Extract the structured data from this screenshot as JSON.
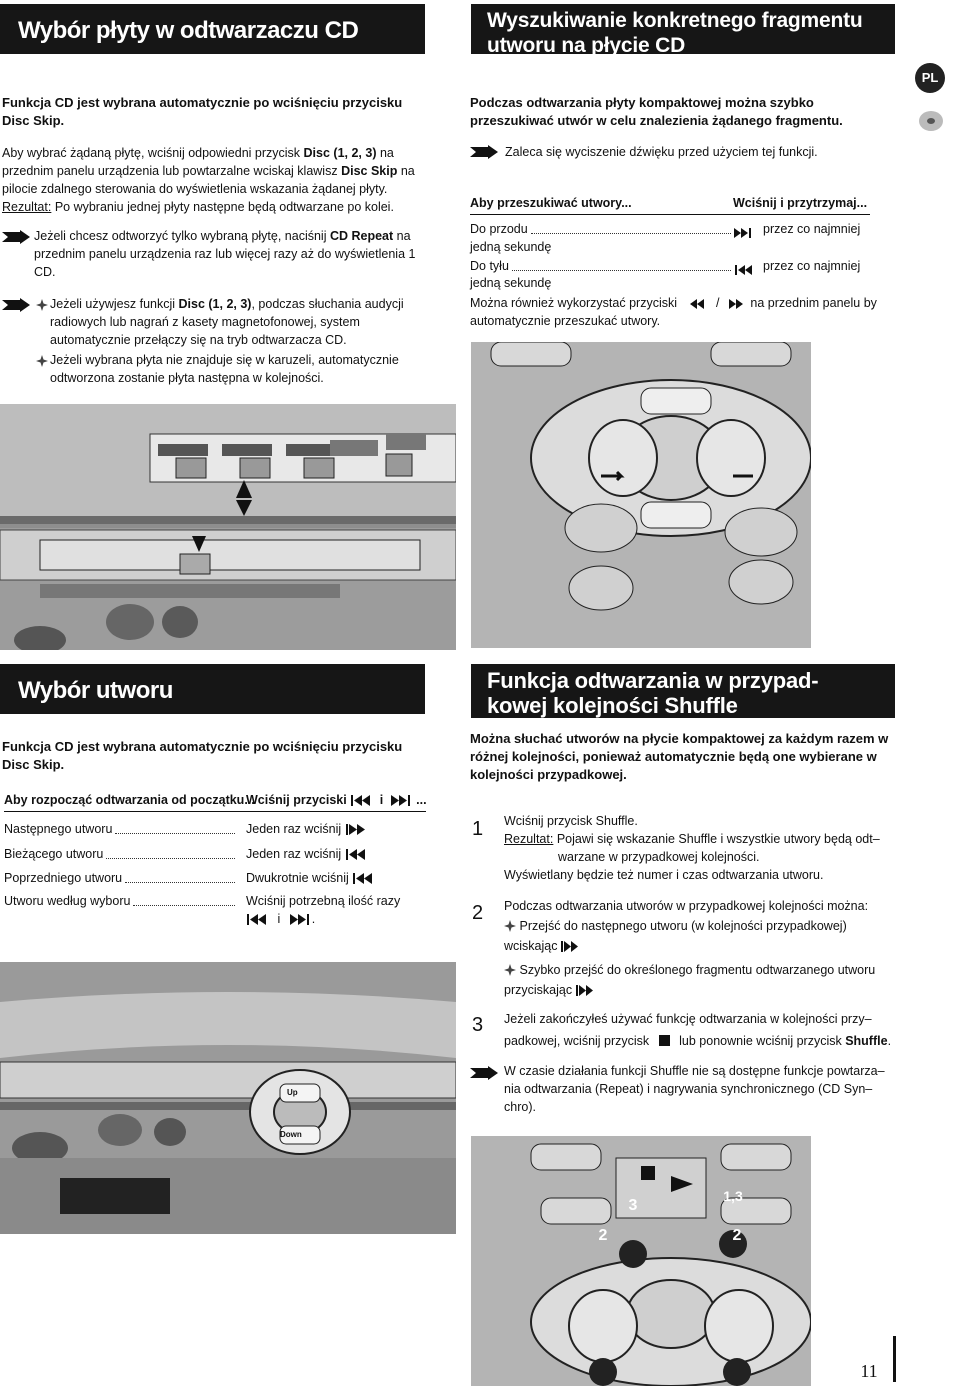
{
  "left_top": {
    "header": "Wybór płyty w odtwarzaczu CD",
    "intro": "Funkcja CD jest wybrana automatycznie po wciśnięciu przycisku Disc Skip.",
    "para1_a": "Aby wybrać żądaną płytę, wciśnij odpowiedni przycisk ",
    "para1_b": "Disc (1, 2, 3)",
    "para1_c": " na przednim panelu urządzenia lub powtarzalne wciskaj klawisz ",
    "para1_d": "Disc Skip",
    "para1_e": " na pilocie zdalnego sterowania do wyświetlenia wskazania żądanej płyty.",
    "result_label": "Rezultat:",
    "result_text": " Po wybraniu jednej płyty następne będą odtwarzane po kolei.",
    "tip1_a": "Jeżeli chcesz odtworzyć tylko wybraną płytę, naciśnij ",
    "tip1_b": "CD Repeat",
    "tip1_c": " na przednim panelu urządzenia raz lub więcej razy aż do wyświetlenia 1 CD.",
    "note1_a": "Jeżeli używjesz funkcji ",
    "note1_b": "Disc (1, 2, 3)",
    "note1_c": ", podczas słuchania audycji radiowych lub nagrań z kasety magnetofonowej, system automatycznie przełączy się na tryb odtwarzacza CD.",
    "note2": "Jeżeli wybrana płyta nie znajduje się w karuzeli, automatycznie odtworzona zostanie płyta następna w kolejności."
  },
  "right_top": {
    "header_line1": "Wyszukiwanie konkretnego fragmentu",
    "header_line2": "utworu na płycie CD",
    "intro": "Podczas odtwarzania płyty kompaktowej można szybko przeszukiwać utwór w celu znalezienia żądanego fragmentu.",
    "tip": "Zaleca się wyciszenie dźwięku przed użyciem tej funkcji.",
    "table_head_left": "Aby przeszukiwać utwory...",
    "table_head_right": "Wciśnij i przytrzymaj...",
    "row1_label": "Do przodu",
    "row1_right": "przez co najmniej",
    "row1_cont": "jedną sekundę",
    "row2_label": "Do tyłu",
    "row2_right": "przez co najmniej",
    "row2_cont": "jedną sekundę",
    "also_a": "Można również wykorzystać przyciski",
    "also_sep": "/",
    "also_b": "na przednim panelu by",
    "also_c": "automatycznie przeszukać utwory.",
    "badge": "PL"
  },
  "left_bottom": {
    "header": "Wybór utworu",
    "intro": "Funkcja CD jest wybrana automatycznie po wciśnięciu przycisku Disc Skip.",
    "table_head_left": "Aby rozpocząć odtwarzania od początku...",
    "table_head_right_a": "Wciśnij przyciski",
    "table_head_right_b": "i",
    "table_head_right_c": "...",
    "rows": [
      {
        "label": "Następnego utworu",
        "action": "Jeden raz wciśnij"
      },
      {
        "label": "Bieżącego utworu",
        "action": "Jeden raz wciśnij"
      },
      {
        "label": "Poprzedniego utworu",
        "action": "Dwukrotnie wciśnij"
      },
      {
        "label": "Utworu według wyboru",
        "action": "Wciśnij potrzebną ilość razy"
      }
    ],
    "row4_cont_a": "i",
    "row4_cont_b": ".",
    "remote_up": "Up",
    "remote_down": "Down"
  },
  "right_bottom": {
    "header_line1": "Funkcja odtwarzania w przypad-",
    "header_line2": "kowej kolejności Shuffle",
    "intro": "Można słuchać utworów na płycie kompaktowej za każdym razem w różnej kolejności, ponieważ automatycznie będą one wybierane w kolejności przypadkowej.",
    "step1_num": "1",
    "step1_a": "Wciśnij przycisk Shuffle.",
    "step1_result": "Rezultat:",
    "step1_b": " Pojawi się wskazanie Shuffle i wszystkie utwory będą odt–",
    "step1_c": "warzane w przypadkowej kolejności.",
    "step1_d": "Wyświetlany będzie też numer i czas odtwarzania utworu.",
    "step2_num": "2",
    "step2_a": "Podczas odtwarzania utworów w przypadkowej kolejności można:",
    "step2_b": "Przejść do następnego utworu (w kolejności przypadkowej)",
    "step2_c": "wciskając",
    "step2_d": "Szybko przejść do określonego fragmentu odtwarzanego utworu",
    "step2_e": "przyciskając",
    "step3_num": "3",
    "step3_a": "Jeżeli zakończyłeś używać funkcję odtwarzania w kolejności przy–",
    "step3_b": "padkowej, wciśnij przycisk",
    "step3_c": "lub ponownie wciśnij przycisk ",
    "step3_d": "Shuffle",
    "step3_e": ".",
    "tip": "W czasie działania funkcji Shuffle nie są dostępne funkcje powtarza–nia odtwarzania (Repeat) i nagrywania synchronicznego (CD Syn–chro).",
    "callout_3": "3",
    "callout_13": "1,3",
    "callout_2a": "2",
    "callout_2b": "2"
  },
  "page": {
    "number": "11"
  }
}
